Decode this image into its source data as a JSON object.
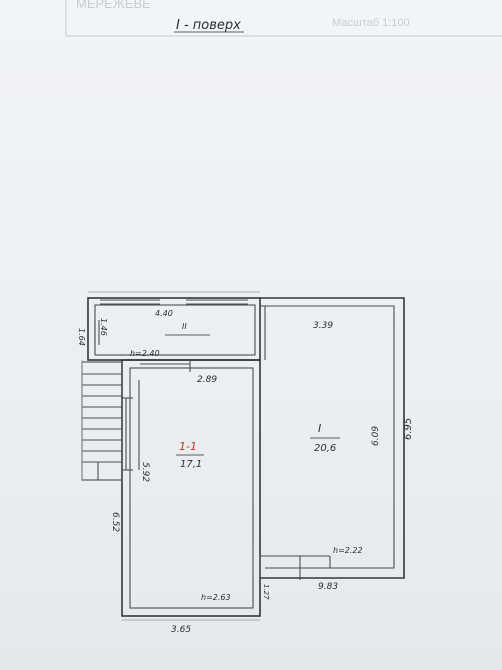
{
  "header": {
    "stamp_left": "МЕРЕЖЕВЕ",
    "stamp_right": "Масштаб 1:100"
  },
  "floor_title": "I - поверх",
  "rooms": [
    {
      "id": "room-1-1",
      "number": "1-1",
      "area": "17,1"
    },
    {
      "id": "room-I",
      "number": "I",
      "area": "20,6"
    },
    {
      "id": "room-II",
      "number": "II",
      "area": ""
    }
  ],
  "dimensions": {
    "top_left_width": "4.40",
    "left_side_top": "1.64",
    "room_ii_height": "1.46",
    "room_ii_ceiling": "h=2.40",
    "room_1_width_inner": "2.89",
    "room_1_height": "5.92",
    "room_1_ceiling": "h=2.63",
    "room_1_width_outer": "3.65",
    "left_side_lower": "6.52",
    "gap_small": "1.27",
    "room_i_width": "3.39",
    "room_i_height_inner": "6.09",
    "room_i_height_outer": "6.95",
    "room_i_ceiling": "h=2.22",
    "room_i_bottom": "9.83"
  }
}
